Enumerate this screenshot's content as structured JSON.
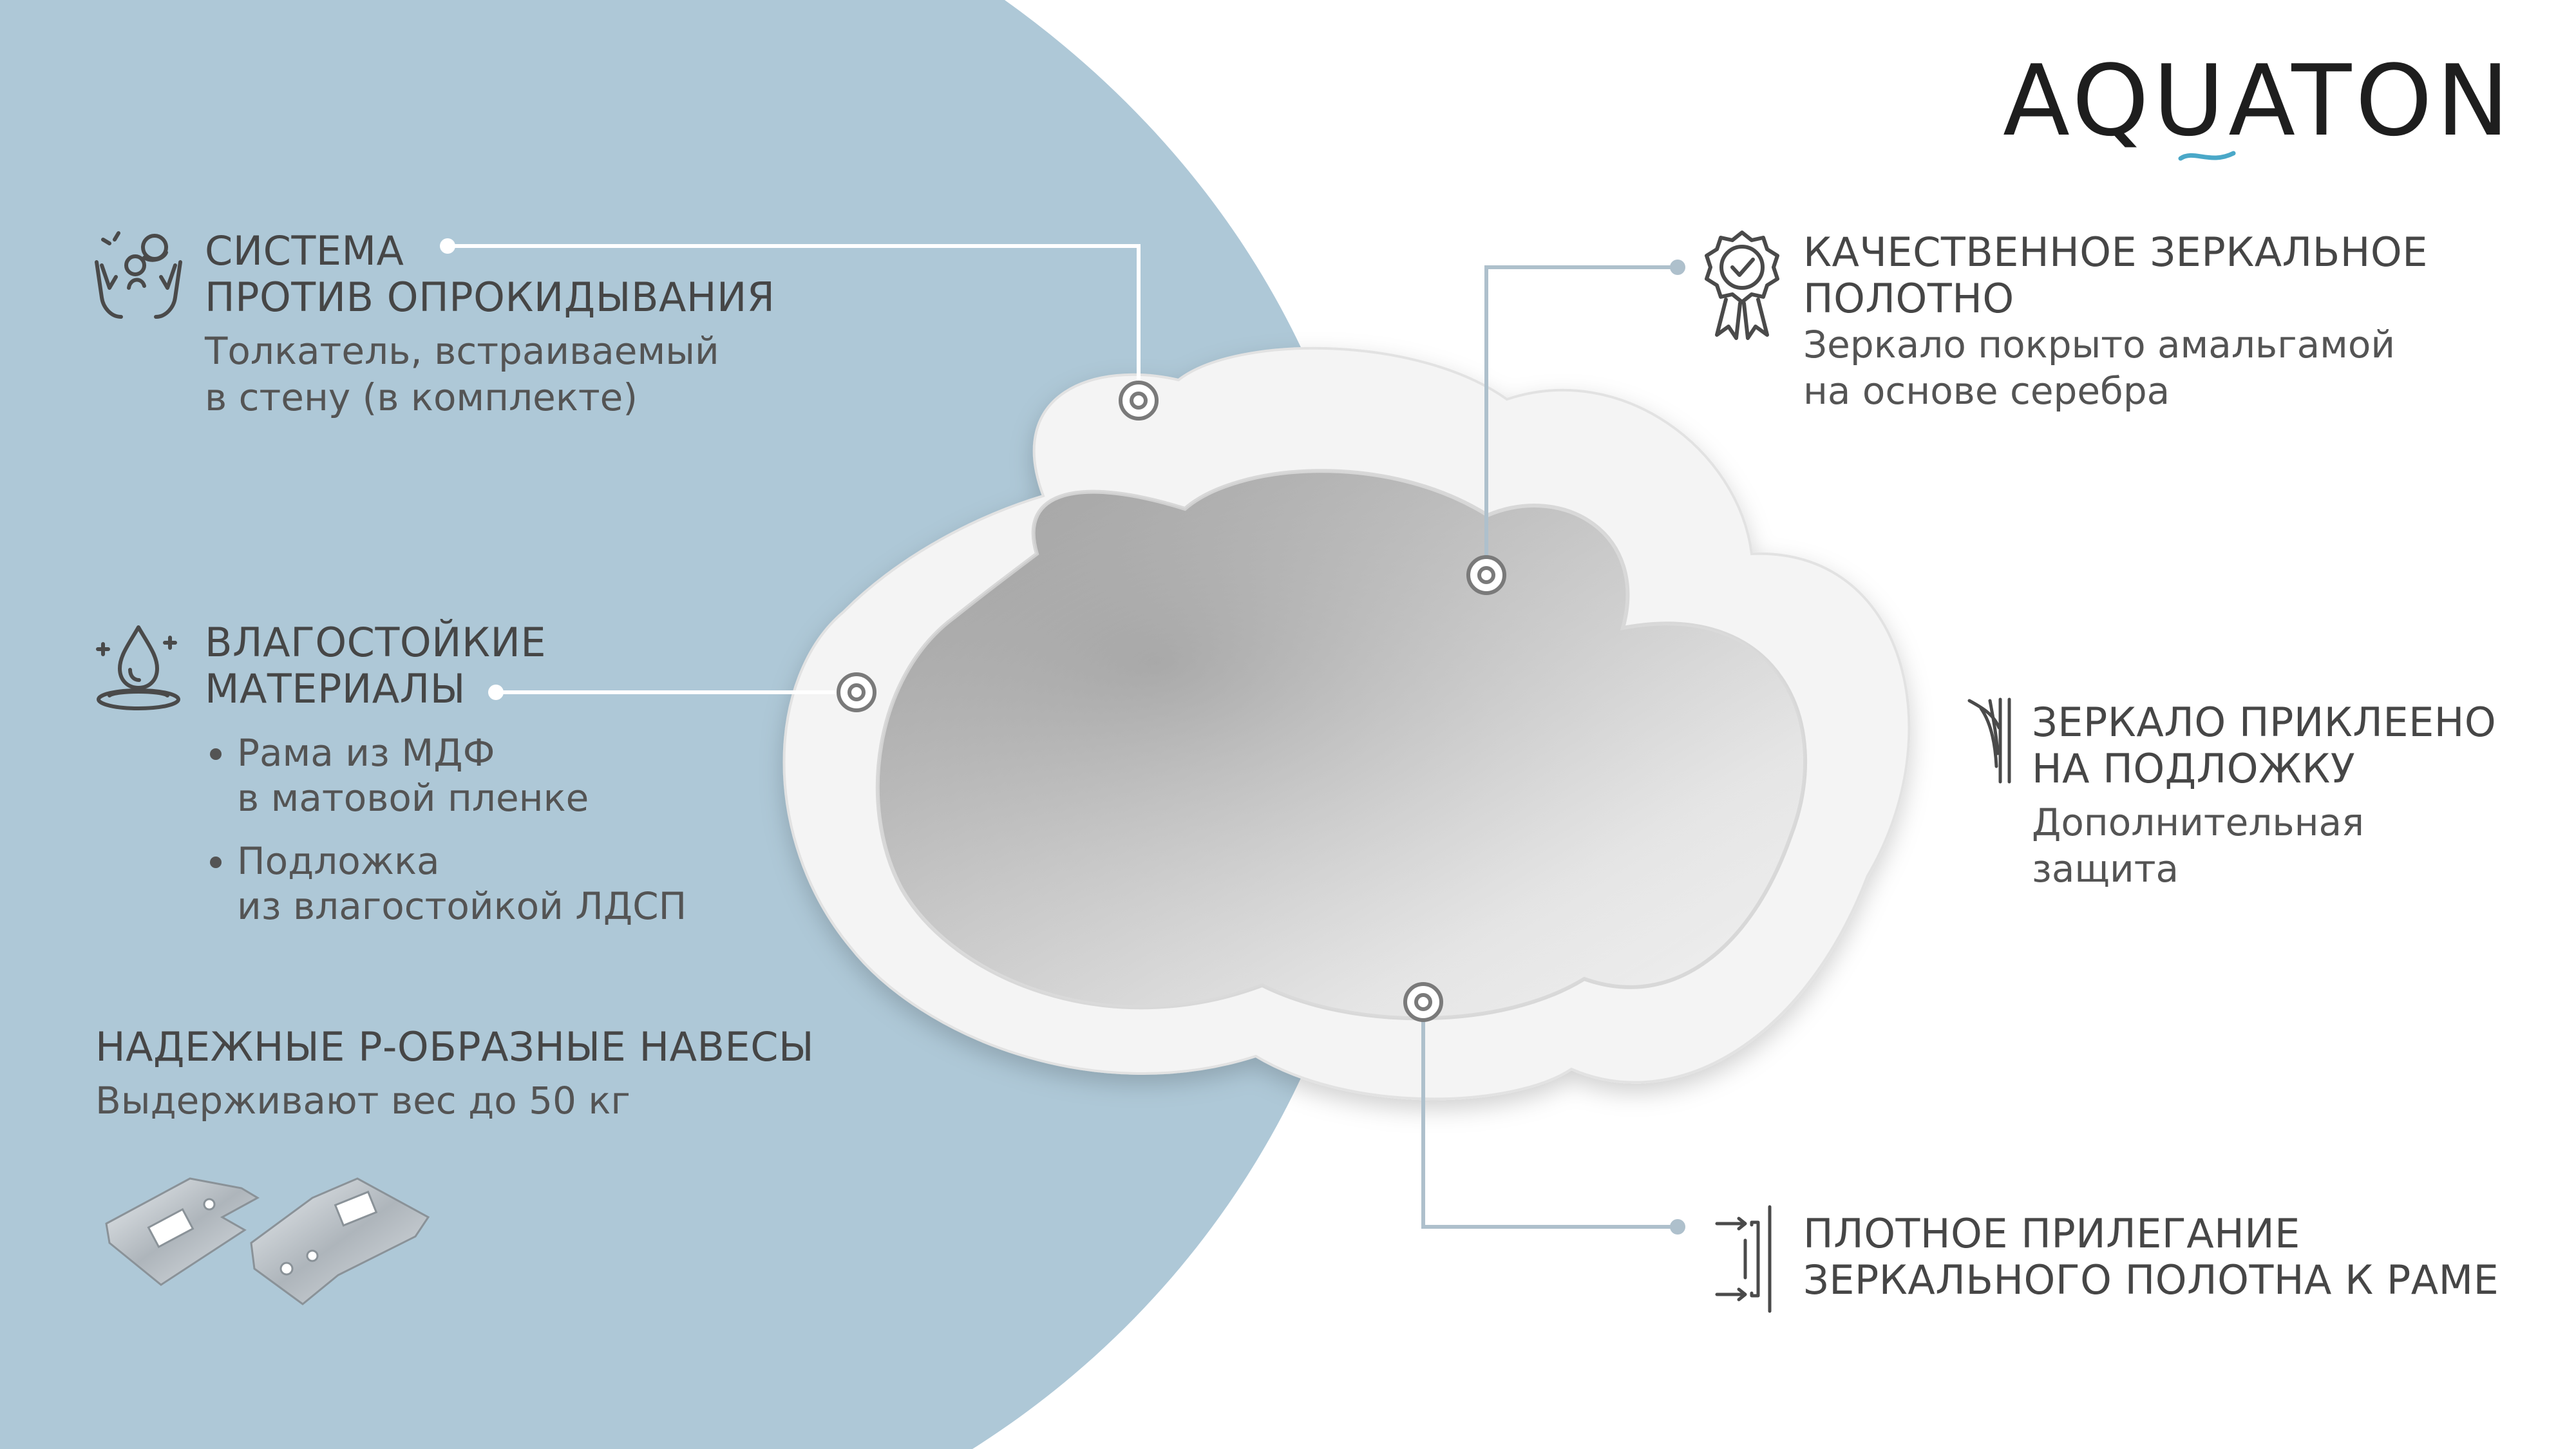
{
  "brand": {
    "logo_text": "AQUATON",
    "colors": {
      "panel_blue": "#aec8d7",
      "text": "#464646",
      "line": "#aec0cc",
      "accent": "#4aa8c8"
    }
  },
  "features": {
    "anti_tip": {
      "title_lines": [
        "СИСТЕМА",
        "ПРОТИВ ОПРОКИДЫВАНИЯ"
      ],
      "desc_lines": [
        "Толкатель, встраиваемый",
        "в стену (в комплекте)"
      ],
      "icon": "family-hands-icon"
    },
    "moisture": {
      "title_lines": [
        "ВЛАГОСТОЙКИЕ",
        "МАТЕРИАЛЫ"
      ],
      "bullets": [
        {
          "lines": [
            "Рама из МДФ",
            "в матовой пленке"
          ]
        },
        {
          "lines": [
            "Подложка",
            "из влагостойкой ЛДСП"
          ]
        }
      ],
      "icon": "water-drop-icon"
    },
    "hinges": {
      "title": "НАДЕЖНЫЕ Р-ОБРАЗНЫЕ НАВЕСЫ",
      "desc": "Выдерживают вес до 50 кг",
      "image": "p-shaped-hinges"
    },
    "quality": {
      "title_lines": [
        "КАЧЕСТВЕННОЕ ЗЕРКАЛЬНОЕ",
        "ПОЛОТНО"
      ],
      "desc_lines": [
        "Зеркало покрыто амальгамой",
        "на основе серебра"
      ],
      "icon": "quality-badge-icon"
    },
    "glued": {
      "title_lines": [
        "ЗЕРКАЛО ПРИКЛЕЕНО",
        "НА ПОДЛОЖКУ"
      ],
      "desc_lines": [
        "Дополнительная",
        "защита"
      ],
      "icon": "glue-layer-icon"
    },
    "tight_fit": {
      "title_lines": [
        "ПЛОТНОЕ ПРИЛЕГАНИЕ",
        "ЗЕРКАЛЬНОГО ПОЛОТНА К РАМЕ"
      ],
      "icon": "frame-fit-icon"
    }
  },
  "product": {
    "name": "cloud-mirror",
    "frame_color": "#f4f4f4"
  }
}
